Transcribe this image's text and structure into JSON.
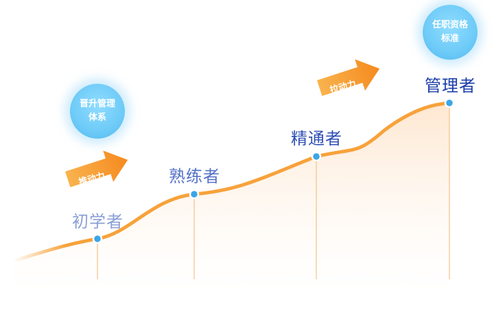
{
  "stages": [
    {
      "label": "初学者",
      "color": "#8a9fd6"
    },
    {
      "label": "熟练者",
      "color": "#5573c9"
    },
    {
      "label": "精通者",
      "color": "#2f4fb5"
    },
    {
      "label": "管理者",
      "color": "#1b3ea8"
    }
  ],
  "bubbles": [
    {
      "line1": "晋升管理",
      "line2": "体系"
    },
    {
      "line1": "任职资格",
      "line2": "标准"
    }
  ],
  "arrows": [
    {
      "label": "推动力"
    },
    {
      "label": "拉动力"
    }
  ],
  "colors": {
    "curve": "#f7a23b",
    "arrow": "#f7962c",
    "dot": "#3aa6e8",
    "bubble": "#6ecbf7"
  }
}
